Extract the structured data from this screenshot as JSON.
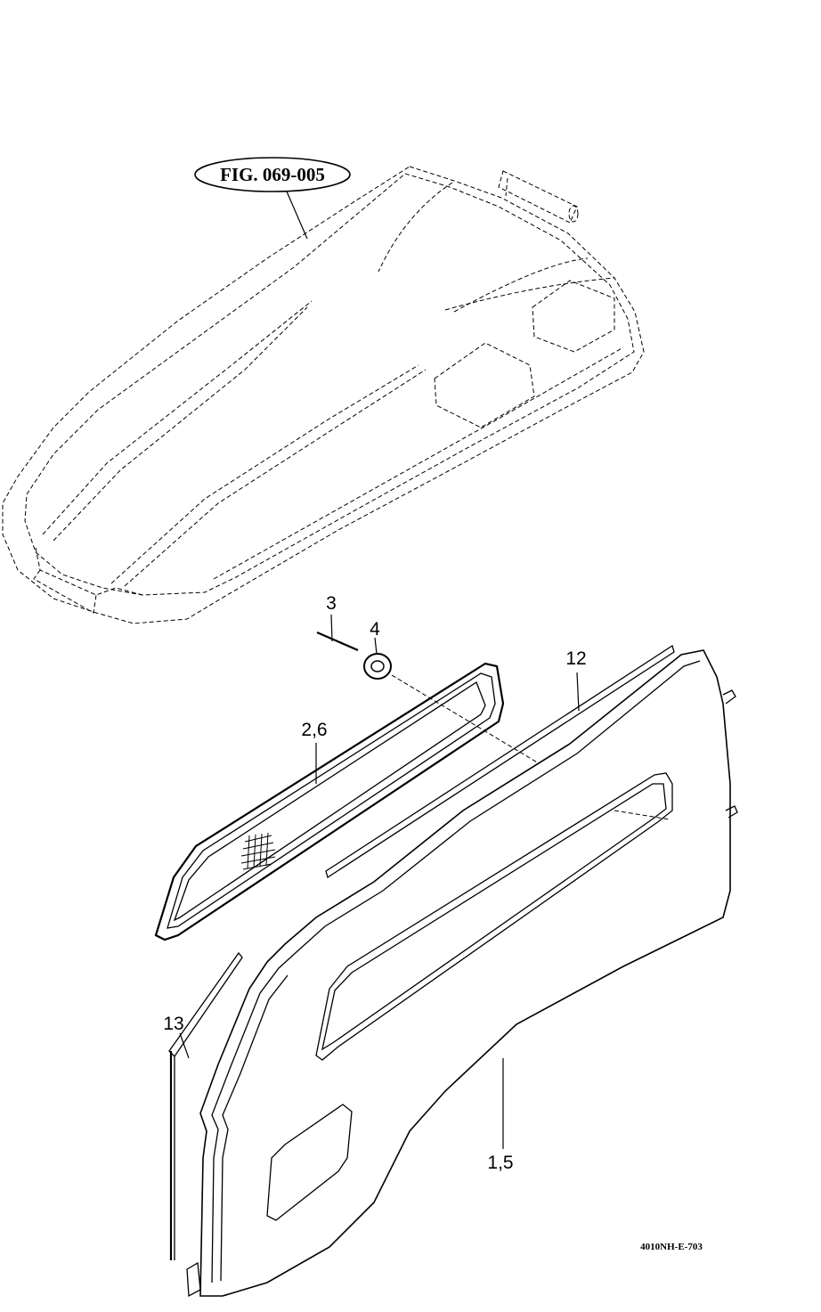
{
  "figure_reference": "FIG. 069-005",
  "callouts": {
    "part_3": "3",
    "part_4": "4",
    "part_12": "12",
    "part_2_6": "2,6",
    "part_13": "13",
    "part_1_5": "1,5"
  },
  "drawing_code": "4010NH-E-703"
}
